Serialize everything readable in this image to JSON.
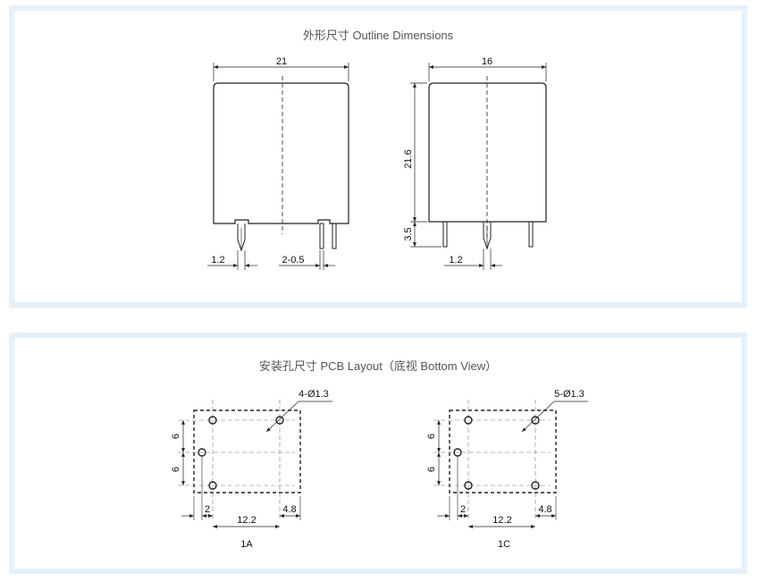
{
  "outline": {
    "title": "外形尺寸 Outline Dimensions",
    "front": {
      "width_label": "21",
      "pin_label": "1.2",
      "pin_width_label": "2-0.5"
    },
    "side": {
      "width_label": "16",
      "height_label": "21.6",
      "pin_len_label": "3.5",
      "pin_label": "1.2"
    }
  },
  "pcb": {
    "title": "安装孔尺寸 PCB Layout（底视 Bottom View）",
    "layouts": [
      {
        "name": "1A",
        "holes_label": "4-Ø1.3",
        "v1": "6",
        "v2": "6",
        "d1": "2",
        "d2": "12.2",
        "d3": "4.8"
      },
      {
        "name": "1C",
        "holes_label": "5-Ø1.3",
        "v1": "6",
        "v2": "6",
        "d1": "2",
        "d2": "12.2",
        "d3": "4.8"
      }
    ]
  }
}
